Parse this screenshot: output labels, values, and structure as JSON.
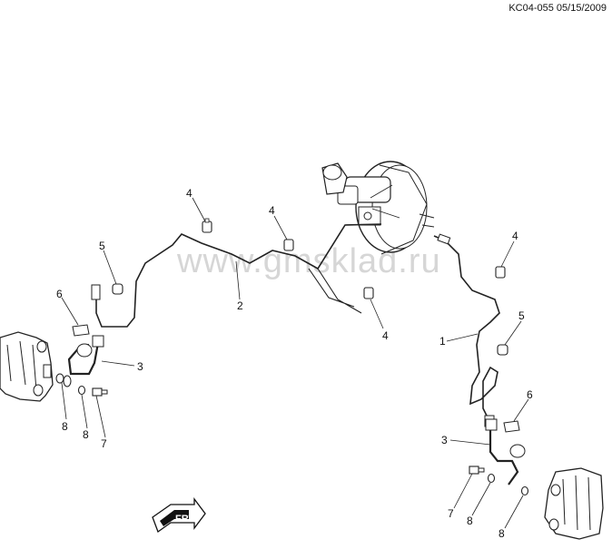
{
  "document_id": "KC04-055 05/15/2009",
  "watermark": "www.gmsklad.ru",
  "frt_arrow_text": "FRT",
  "callouts": {
    "left_pipe": "2",
    "right_pipe": "1",
    "hoses": "3",
    "clips": "4",
    "brackets": "5",
    "retainers": "6",
    "bolts": "7",
    "washers": "8"
  }
}
